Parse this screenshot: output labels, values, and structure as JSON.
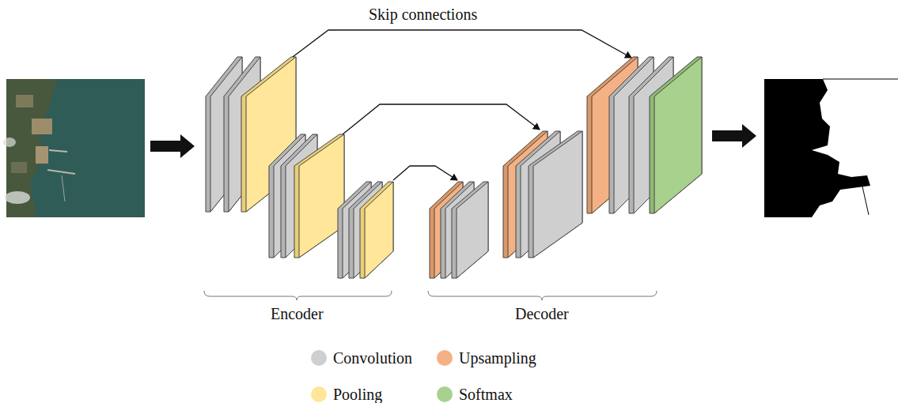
{
  "diagram": {
    "labels": [
      "Skip connections",
      "Encoder",
      "Decoder"
    ],
    "legend": [
      {
        "text": "Convolution",
        "color": "#cfcfcf"
      },
      {
        "text": "Upsampling",
        "color": "#f4b183"
      },
      {
        "text": "Pooling",
        "color": "#ffe699"
      },
      {
        "text": "Softmax",
        "color": "#a9d18e"
      }
    ]
  }
}
